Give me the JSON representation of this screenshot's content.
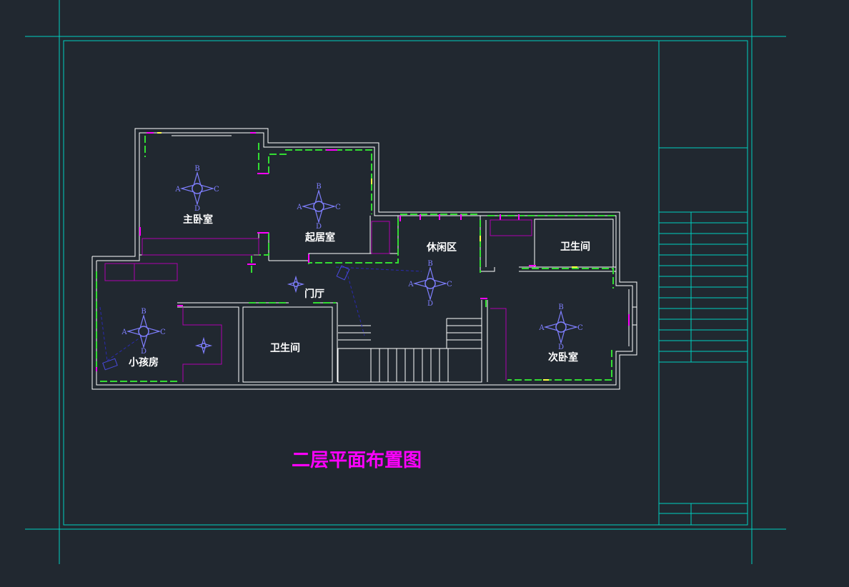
{
  "drawing_title": "二层平面布置图",
  "rooms": {
    "master_bedroom": "主卧室",
    "living_room": "起居室",
    "leisure_area": "休闲区",
    "bathroom_upper": "卫生间",
    "entry_hall": "门厅",
    "kids_room": "小孩房",
    "bathroom_lower": "卫生间",
    "second_bedroom": "次卧室"
  },
  "compass_letters": {
    "a": "A",
    "b": "B",
    "c": "C",
    "d": "D"
  },
  "colors": {
    "background": "#212830",
    "frame": "#00d0c0",
    "walls": "#ffffff",
    "wall_accent_green": "#33dd33",
    "wall_accent_magenta": "#ff00ff",
    "wall_accent_yellow": "#ffff44",
    "furniture": "#b000b0",
    "compass": "#7f7fff",
    "title": "#ff00ff"
  }
}
